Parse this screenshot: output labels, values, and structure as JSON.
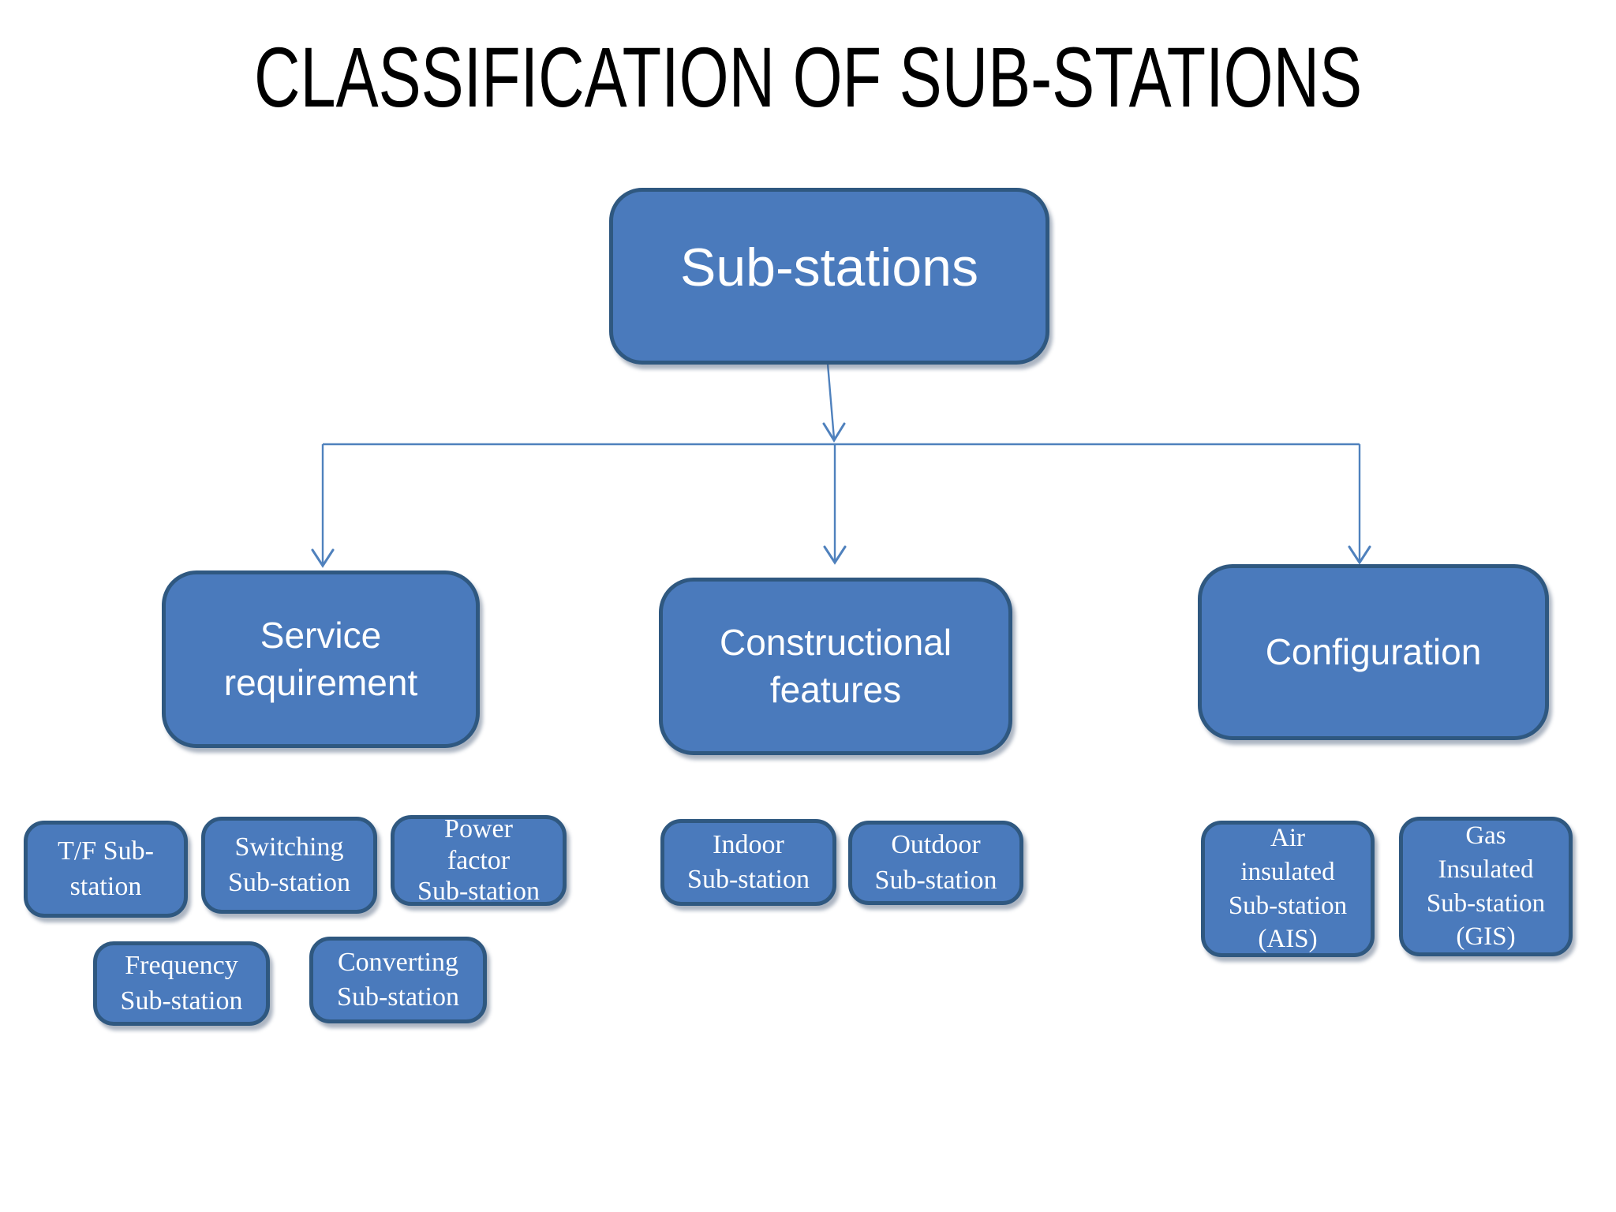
{
  "title": "CLASSIFICATION OF SUB-STATIONS",
  "colors": {
    "node_fill": "#4a7abc",
    "node_border": "#2f5880",
    "node_text": "#ffffff",
    "connector": "#4f81bd",
    "title_text": "#000000",
    "background": "#ffffff"
  },
  "root": {
    "label": "Sub-stations"
  },
  "branches": [
    {
      "label": "Service\nrequirement",
      "children": [
        "T/F  Sub-\nstation",
        "Switching\nSub-station",
        "Power\nfactor\nSub-station",
        "Frequency\nSub-station",
        "Converting\nSub-station"
      ]
    },
    {
      "label": "Constructional\nfeatures",
      "children": [
        "Indoor\nSub-station",
        "Outdoor\nSub-station"
      ]
    },
    {
      "label": "Configuration",
      "children": [
        "Air\ninsulated\nSub-station\n(AIS)",
        "Gas\nInsulated\nSub-station\n(GIS)"
      ]
    }
  ]
}
